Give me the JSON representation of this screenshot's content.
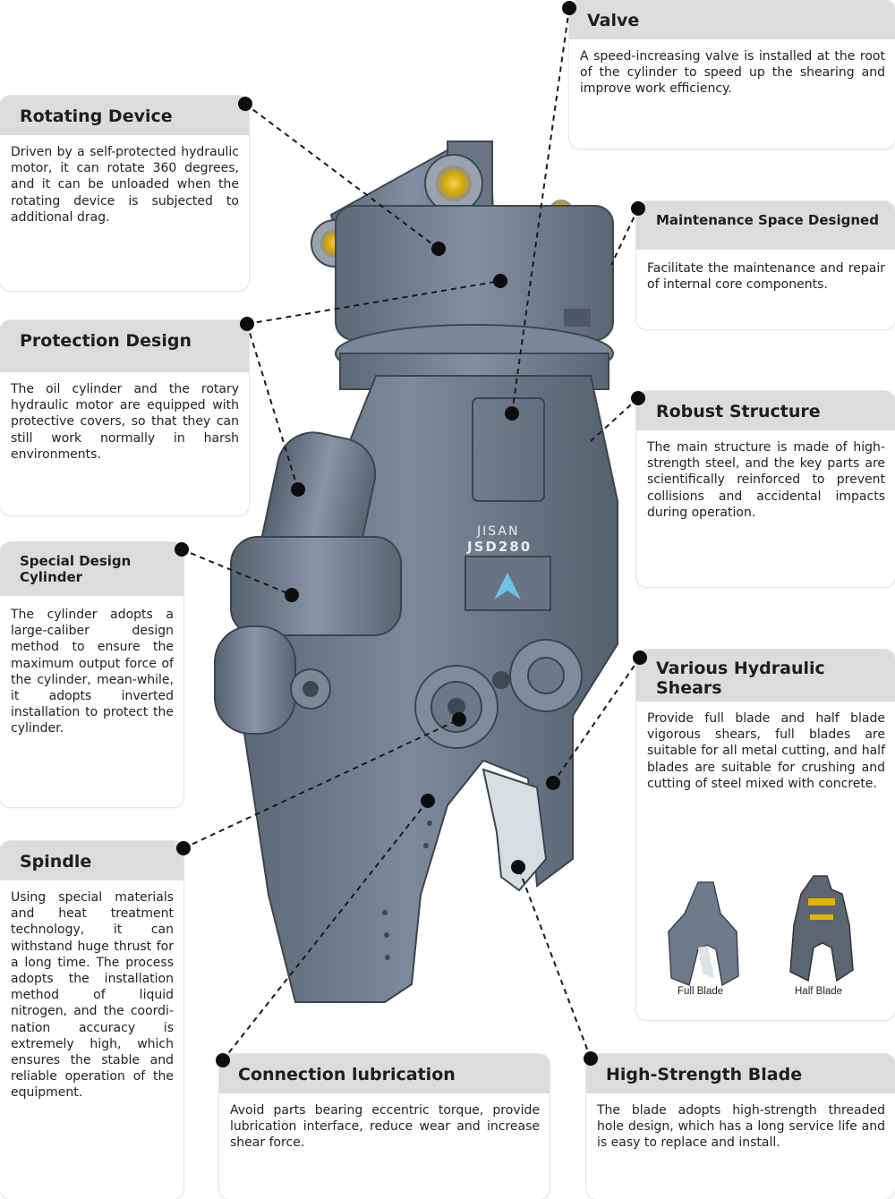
{
  "product": {
    "brand": "JISAN",
    "model": "JSD280"
  },
  "features": {
    "valve": {
      "title": "Valve",
      "text": "A speed-increasing valve is installed at the root of the cylinder to speed up the shearing and improve work efficiency."
    },
    "rotating": {
      "title": "Rotating Device",
      "text": "Driven by a self-protected hydraulic motor, it can rotate 360 degrees, and it can be unloaded when the rotating device is subjected to additional drag."
    },
    "maintenance": {
      "title": "Maintenance Space Designed",
      "text": "Facilitate the maintenance and repair of internal core components."
    },
    "protection": {
      "title": "Protection Design",
      "text": "The oil cylinder and the rotary hydraulic motor are equipped with protective covers, so that they can still work normally in harsh environments."
    },
    "robust": {
      "title": "Robust Structure",
      "text": "The main structure is made of high-strength steel, and the key parts are scientifically reinforced to prevent collisions and accidental impacts during operation."
    },
    "cylinder": {
      "title": "Special Design Cylinder",
      "text": "The cylinder adopts a large-caliber design method to ensure the maximum output force of the cylinder, mean-while, it adopts inverted installation to protect the cylinder."
    },
    "shears": {
      "title": "Various Hydraulic Shears",
      "text": "Provide full blade and half blade vigorous shears, full blades are suitable for all metal cutting, and half blades are suitable for crushing and cutting of steel mixed with concrete.",
      "full_blade_label": "Full Blade",
      "half_blade_label": "Half Blade"
    },
    "spindle": {
      "title": "Spindle",
      "text": "Using special materials and heat treatment technology, it can withstand huge thrust for a long time. The process adopts the installation method of liquid nitrogen, and the coordi-nation accuracy is extremely high, which ensures the stable and reliable operation of the equipment."
    },
    "lubrication": {
      "title": "Connection lubrication",
      "text": "Avoid parts bearing eccentric torque, provide lubrication interface, reduce wear and increase shear force."
    },
    "blade": {
      "title": "High-Strength Blade",
      "text": "The blade adopts high-strength threaded hole design, which has a long service life and is easy to replace and install."
    }
  },
  "colors": {
    "steel": "#6e7b8b",
    "steel_dark": "#4f5b6a",
    "steel_light": "#8e9aab",
    "accent_yellow": "#e3b400",
    "header_gray": "#dcdcdc",
    "line": "#1a1a1a"
  }
}
